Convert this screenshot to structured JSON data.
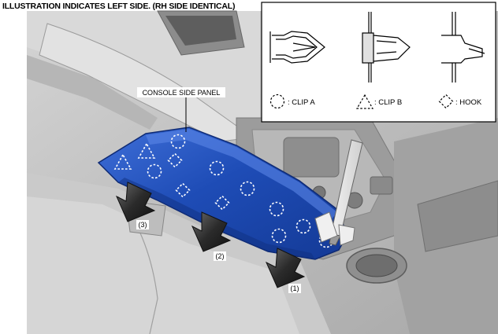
{
  "header": {
    "title": "ILLUSTRATION INDICATES LEFT SIDE. (RH SIDE IDENTICAL)"
  },
  "callouts": {
    "panel_label": "CONSOLE SIDE PANEL",
    "steps": [
      "(1)",
      "(2)",
      "(3)"
    ]
  },
  "legend": {
    "clip_a": ": CLIP A",
    "clip_b": ": CLIP B",
    "hook": ": HOOK"
  },
  "colors": {
    "panel": "#1f4fb8",
    "panel_highlight": "#4f7fe0",
    "arrow": "#2a2a2a",
    "background": "#c8c8c8"
  }
}
